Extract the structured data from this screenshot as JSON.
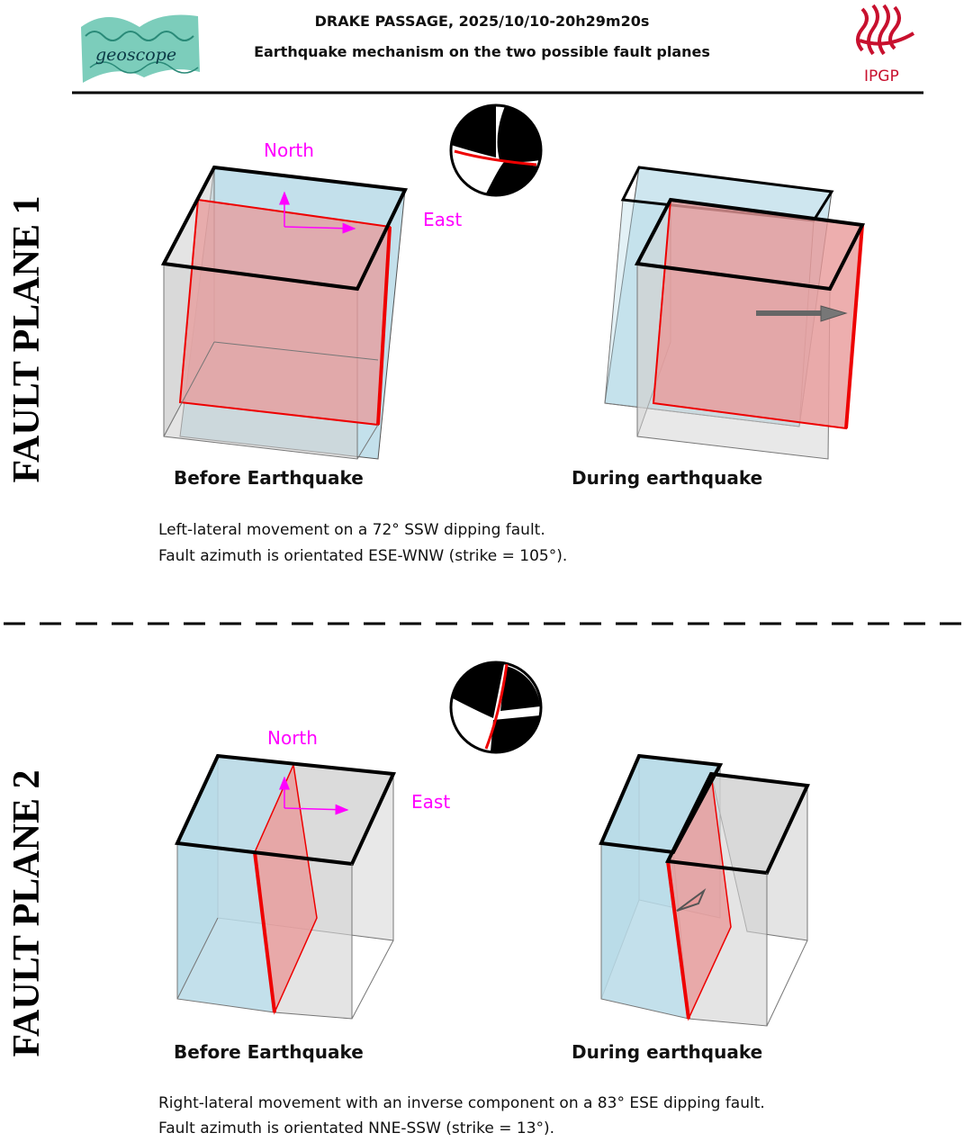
{
  "header": {
    "title": "DRAKE PASSAGE, 2025/10/10-20h29m20s",
    "subtitle": "Earthquake mechanism on the two possible fault planes",
    "left_logo_text": "geoscope",
    "right_logo_text": "IPGP"
  },
  "panels": [
    {
      "side_label": "FAULT PLANE 1",
      "north_label": "North",
      "east_label": "East",
      "before_caption": "Before Earthquake",
      "during_caption": "During earthquake",
      "description_line1": "Left-lateral movement on a 72° SSW dipping fault.",
      "description_line2": "Fault azimuth is orientated ESE-WNW (strike = 105°)."
    },
    {
      "side_label": "FAULT PLANE 2",
      "north_label": "North",
      "east_label": "East",
      "before_caption": "Before Earthquake",
      "during_caption": "During earthquake",
      "description_line1": "Right-lateral movement with an inverse component on a 83° ESE dipping fault.",
      "description_line2": "Fault azimuth is orientated NNE-SSW (strike = 13°)."
    }
  ],
  "colors": {
    "block_blue": "#b9dbe8",
    "block_grey": "#d2d2d2",
    "fault_red": "#ff0000",
    "fault_fill": "#e89a9a",
    "direction_magenta": "#ff00ff",
    "ipgp_red": "#c8102e"
  }
}
